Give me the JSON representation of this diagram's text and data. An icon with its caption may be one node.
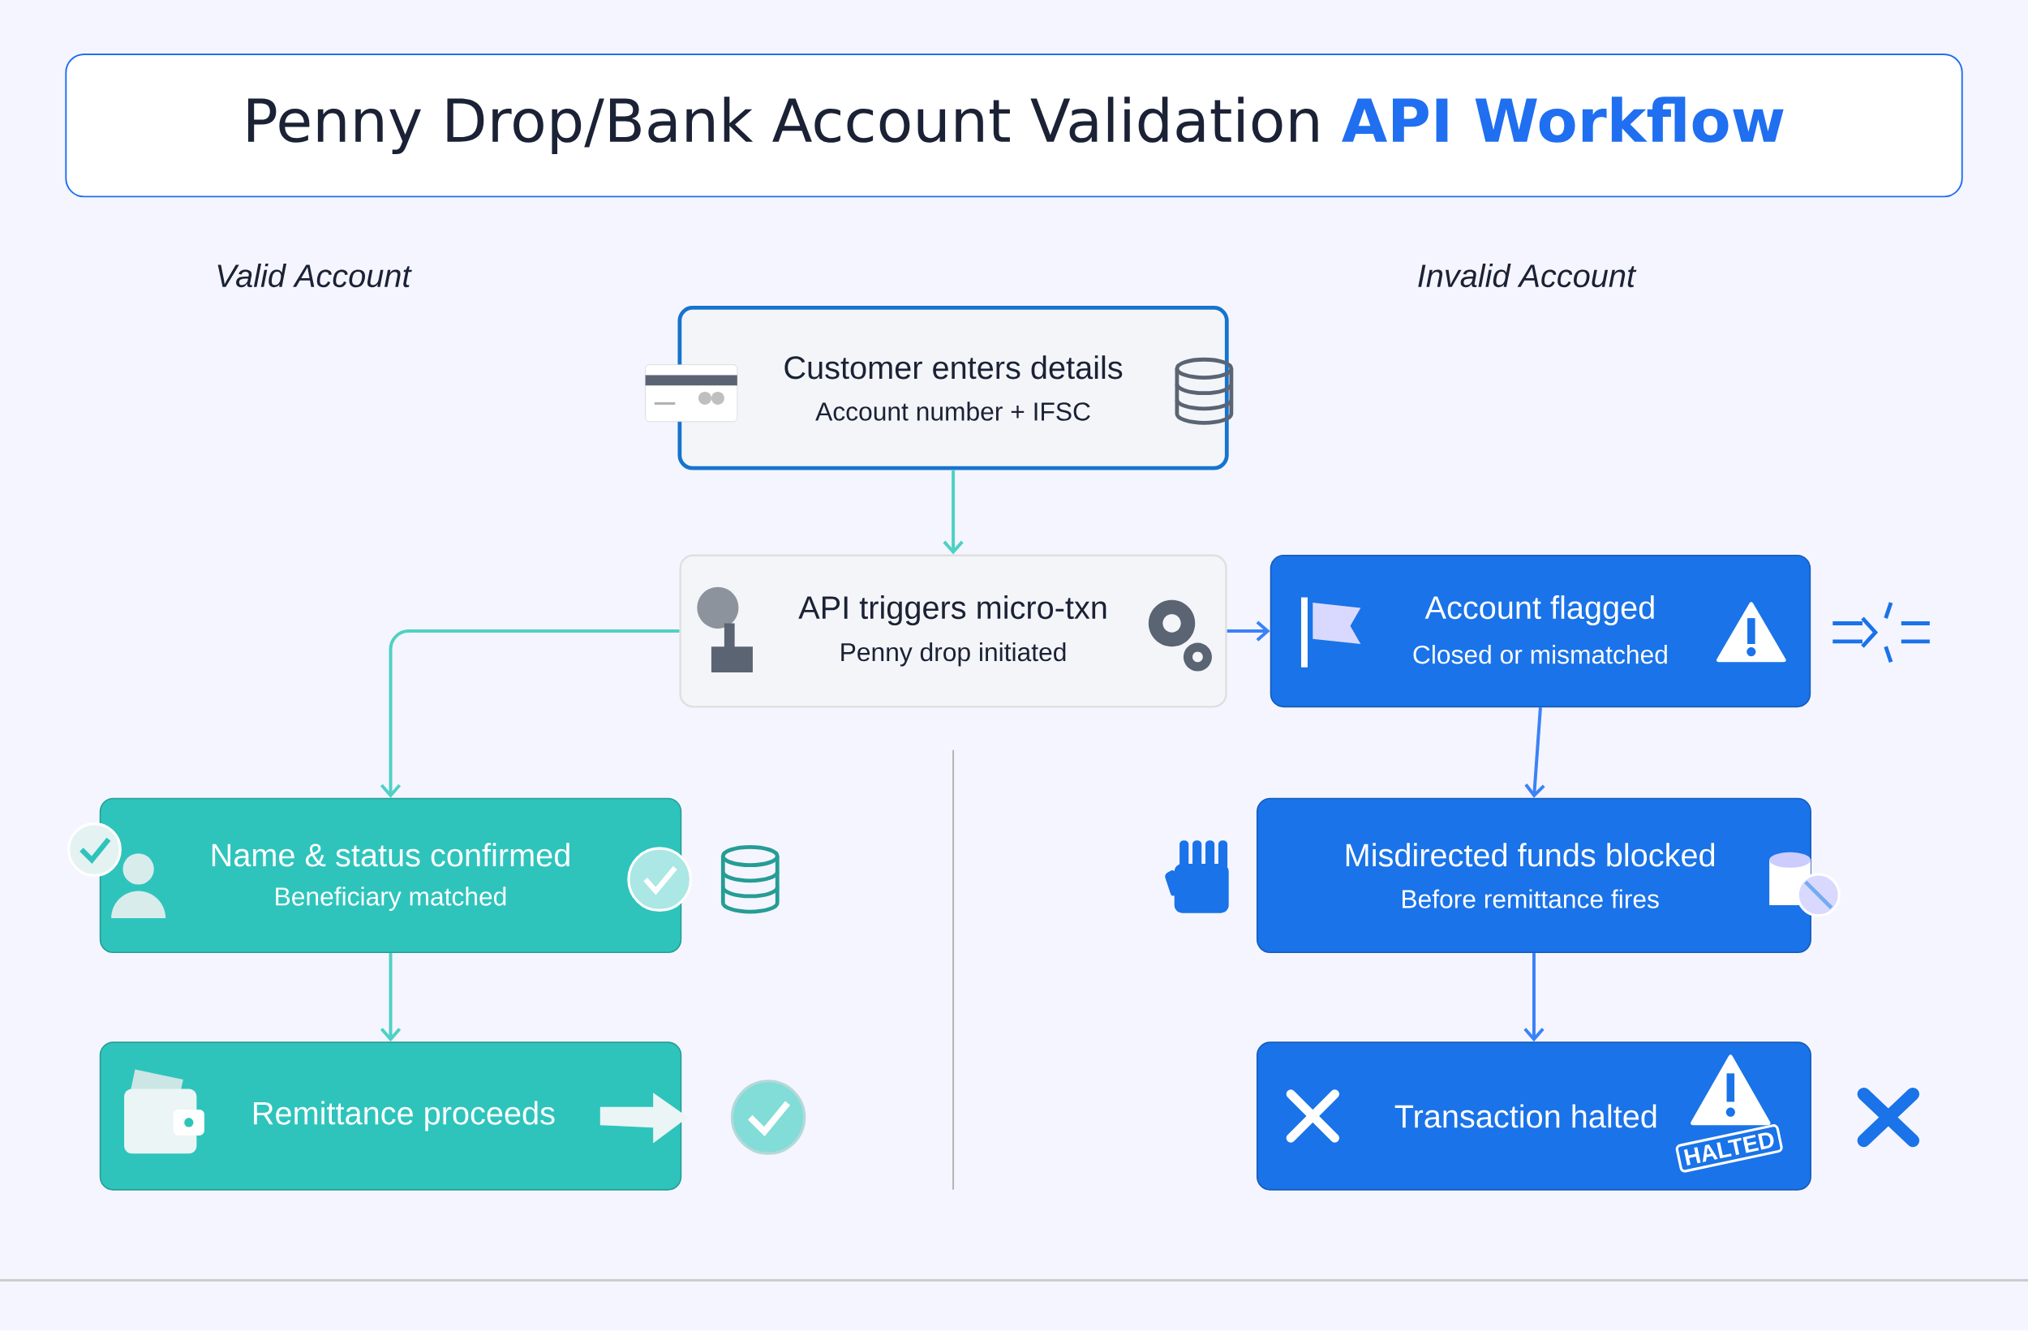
{
  "diagram": {
    "title": "Penny Drop/Bank Account Validation **API Workflow**",
    "nodes": [
      {
        "text": [
          "Customer enters details",
          "Account number + IFSC"
        ]
      },
      {
        "text": [
          "API triggers micro-txn",
          "Penny drop initiated"
        ]
      },
      {
        "text": [
          "Account flagged",
          "Closed or mismatched"
        ]
      },
      {
        "text": [
          "Misdirected funds blocked",
          "Before remittance fires"
        ]
      },
      {
        "text": [
          "Transaction halted",
          "HALTED"
        ]
      },
      {
        "text": [
          "Name & status confirmed",
          "Beneficiary matched"
        ]
      },
      {
        "text": [
          "Remittance proceeds"
        ]
      }
    ],
    "edges": [
      {
        "from": 0,
        "to": 1,
        "arrow": "to",
        "color": "#4fd1c5"
      },
      {
        "from": 1,
        "to": 5,
        "arrow": "to",
        "color": "#4fd1c5"
      },
      {
        "from": 5,
        "to": 6,
        "arrow": "to",
        "color": "#4fd1c5"
      },
      {
        "from": 1,
        "to": 2,
        "arrow": "to",
        "color": "#3b82f6"
      },
      {
        "from": 2,
        "to": 3,
        "arrow": "to",
        "color": "#3b82f6"
      },
      {
        "from": 3,
        "to": 4,
        "arrow": "to",
        "color": "#3b82f6"
      }
    ],
    "labels": [
      "Valid Account",
      "Invalid Account"
    ]
  }
}
